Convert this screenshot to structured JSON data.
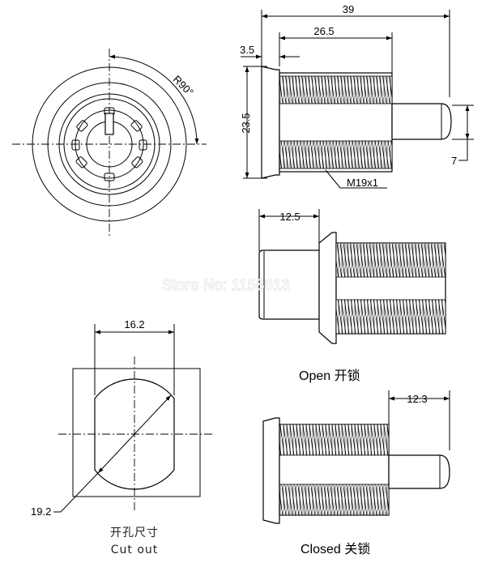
{
  "dimensions": {
    "overall_length": "39",
    "thread_length": "26.5",
    "flange_thickness": "3.5",
    "flange_diameter": "23.5",
    "bolt_diameter": "7",
    "thread_spec": "M19x1",
    "rotation": "R90°",
    "open_extension": "12.5",
    "closed_extension": "12.3",
    "cutout_width": "16.2",
    "cutout_diameter": "19.2"
  },
  "captions": {
    "open": "Open 开锁",
    "closed": "Closed 关锁",
    "cutout_cn": "开孔尺寸",
    "cutout_en": "Cut out"
  },
  "watermark": "Store No: 1158613"
}
